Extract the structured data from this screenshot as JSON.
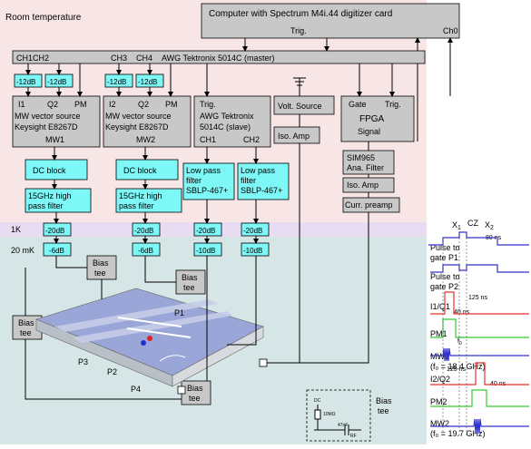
{
  "zones": {
    "room_temperature": "Room temperature",
    "one_kelvin": "1K",
    "twenty_mk": "20 mK"
  },
  "computer": {
    "title": "Computer with Spectrum M4i.44 digitizer card",
    "trig": "Trig.",
    "ch0": "Ch0"
  },
  "awg_master": {
    "ch1ch2": "CH1CH2",
    "ch3": "CH3",
    "ch4": "CH4",
    "title": "AWG Tektronix 5014C (master)"
  },
  "attenuators": {
    "room": [
      "-12dB",
      "-12dB",
      "-12dB",
      "-12dB"
    ],
    "one_k": [
      "-20dB",
      "-20dB",
      "-20dB",
      "-20dB"
    ],
    "mk_left": [
      "-6dB",
      "-6dB"
    ],
    "mk_right": [
      "-10dB",
      "-10dB"
    ]
  },
  "mw1": {
    "ports": [
      "I1",
      "Q2",
      "PM"
    ],
    "line1": "MW vector source",
    "line2": "Keysight E8267D",
    "label": "MW1"
  },
  "mw2": {
    "ports": [
      "I2",
      "Q2",
      "PM"
    ],
    "line1": "MW vector source",
    "line2": "Keysight E8267D",
    "label": "MW2"
  },
  "awg_slave": {
    "trig": "Trig.",
    "line1": "AWG Tektronix",
    "line2": "5014C (slave)",
    "ch1": "CH1",
    "ch2": "CH2"
  },
  "dc_block": "DC block",
  "highpass": {
    "line1": "15GHz high",
    "line2": "pass filter"
  },
  "lowpass": {
    "line1": "Low pass",
    "line2": "filter",
    "line3": "SBLP-467+"
  },
  "volt_source": "Volt. Source",
  "iso_amp": "Iso. Amp",
  "fpga": {
    "gate": "Gate",
    "trig": "Trig.",
    "title": "FPGA",
    "signal": "Signal"
  },
  "sim965": {
    "line1": "SIM965",
    "line2": "Ana. Filter"
  },
  "curr_preamp": "Curr. preamp",
  "bias_tee": {
    "line1": "Bias",
    "line2": "tee"
  },
  "bias_tee_circuit": {
    "dc": "DC",
    "r": "10MΩ",
    "c": "47nF",
    "rf": "RF"
  },
  "gates": [
    "P1",
    "P2",
    "P3",
    "P4"
  ],
  "timing": {
    "top_labels": {
      "x1": "X",
      "sub1": "1",
      "cz": "CZ",
      "x2": "X",
      "sub2": "2"
    },
    "widths": [
      "80 ns",
      "125 ns",
      "40 ns",
      "125 ns",
      "40 ns"
    ],
    "f0": "f",
    "f0sub": "0",
    "rows": [
      {
        "l1": "Pulse to",
        "l2": "gate P1",
        "color": "#3333cc"
      },
      {
        "l1": "Pulse to",
        "l2": "gate P2",
        "color": "#3333cc"
      },
      {
        "l1": "I1/Q1",
        "l2": "",
        "color": "#e8322f"
      },
      {
        "l1": "PM1",
        "l2": "",
        "color": "#33cc33"
      },
      {
        "l1": "MW1",
        "l2": "(f₀ = 18.4 GHz)",
        "color": "#3333cc"
      },
      {
        "l1": "I2/Q2",
        "l2": "",
        "color": "#e8322f"
      },
      {
        "l1": "PM2",
        "l2": "",
        "color": "#33cc33"
      },
      {
        "l1": "MW2",
        "l2": "(f₀ = 19.7 GHz)",
        "color": "#3333cc"
      }
    ]
  },
  "colors": {
    "room_bg": "#f8e6e6",
    "one_k_bg": "#e7dcf2",
    "mk_bg": "#d6e6e6",
    "cyan": "#7ef7f7",
    "box_gray": "#c8c8c8"
  }
}
